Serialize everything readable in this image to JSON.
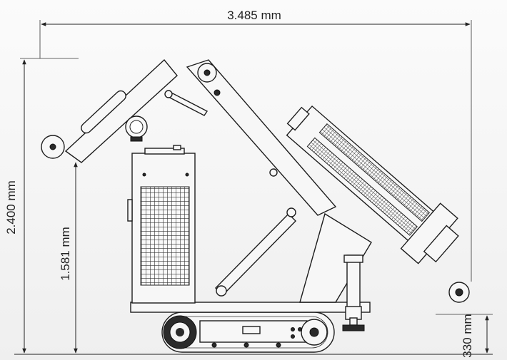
{
  "dimensions": {
    "overall_length": "3.485 mm",
    "overall_height": "2.400 mm",
    "boom_pivot_height": "1.581 mm",
    "ground_clearance": "330 mm"
  }
}
